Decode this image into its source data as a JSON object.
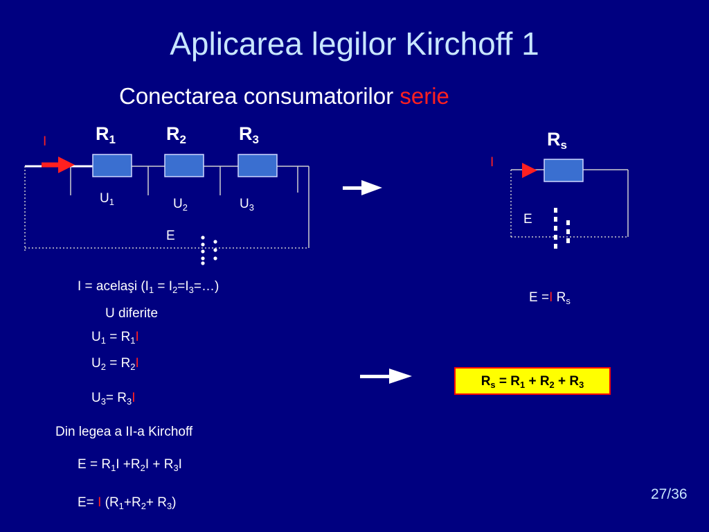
{
  "slide": {
    "title": "Aplicarea legilor Kirchoff 1",
    "subtitle": "Conectarea consumatorilor",
    "subtitle_highlight": "serie",
    "page": "27/36"
  },
  "circuit_series": {
    "current_label": "I",
    "resistors": [
      {
        "base": "R",
        "sub": "1"
      },
      {
        "base": "R",
        "sub": "2"
      },
      {
        "base": "R",
        "sub": "3"
      }
    ],
    "voltages": [
      {
        "base": "U",
        "sub": "1"
      },
      {
        "base": "U",
        "sub": "2"
      },
      {
        "base": "U",
        "sub": "3"
      }
    ],
    "source_label": "E"
  },
  "circuit_equivalent": {
    "resistor": {
      "base": "R",
      "sub": "s"
    },
    "current_label": "I",
    "source_label": "E"
  },
  "equations": {
    "same_current": {
      "p1": "I = acelaşi (I",
      "s1": "1",
      "p2": " = I",
      "s2": "2",
      "p3": "=I",
      "s3": "3",
      "p4": "=…)"
    },
    "different_voltage": "U diferite",
    "u1": {
      "a": "U",
      "as": "1",
      "b": " = R",
      "bs": "1",
      "c": "I"
    },
    "u2": {
      "a": "U",
      "as": "2",
      "b": " = R",
      "bs": "2",
      "c": "I"
    },
    "u3": {
      "a": "U",
      "as": "3",
      "b": "= R",
      "bs": "3",
      "c": "I"
    },
    "law_text": "Din legea a II-a Kirchoff",
    "e_sum": {
      "a": "E = R",
      "as": "1",
      "b": "I +R",
      "bs": "2",
      "c": "I + R",
      "cs": "3",
      "d": "I"
    },
    "e_factored": {
      "a": "E= ",
      "i": "I",
      "b": " (R",
      "bs": "1",
      "c": "+R",
      "cs": "2",
      "d": "+ R",
      "ds": "3",
      "e": ")"
    },
    "e_equiv": {
      "a": "E =",
      "i": "I",
      "b": " R",
      "bs": "s"
    },
    "result": {
      "a": "R",
      "as": "s",
      "b": " = R",
      "bs": "1",
      "c": " + R",
      "cs": "2",
      "d": "  + R",
      "ds": "3"
    }
  },
  "colors": {
    "background": "#000080",
    "title": "#c8e6ff",
    "highlight": "#ff2020",
    "resistor_fill": "#3a6fd0",
    "result_box": "#ffff00"
  }
}
